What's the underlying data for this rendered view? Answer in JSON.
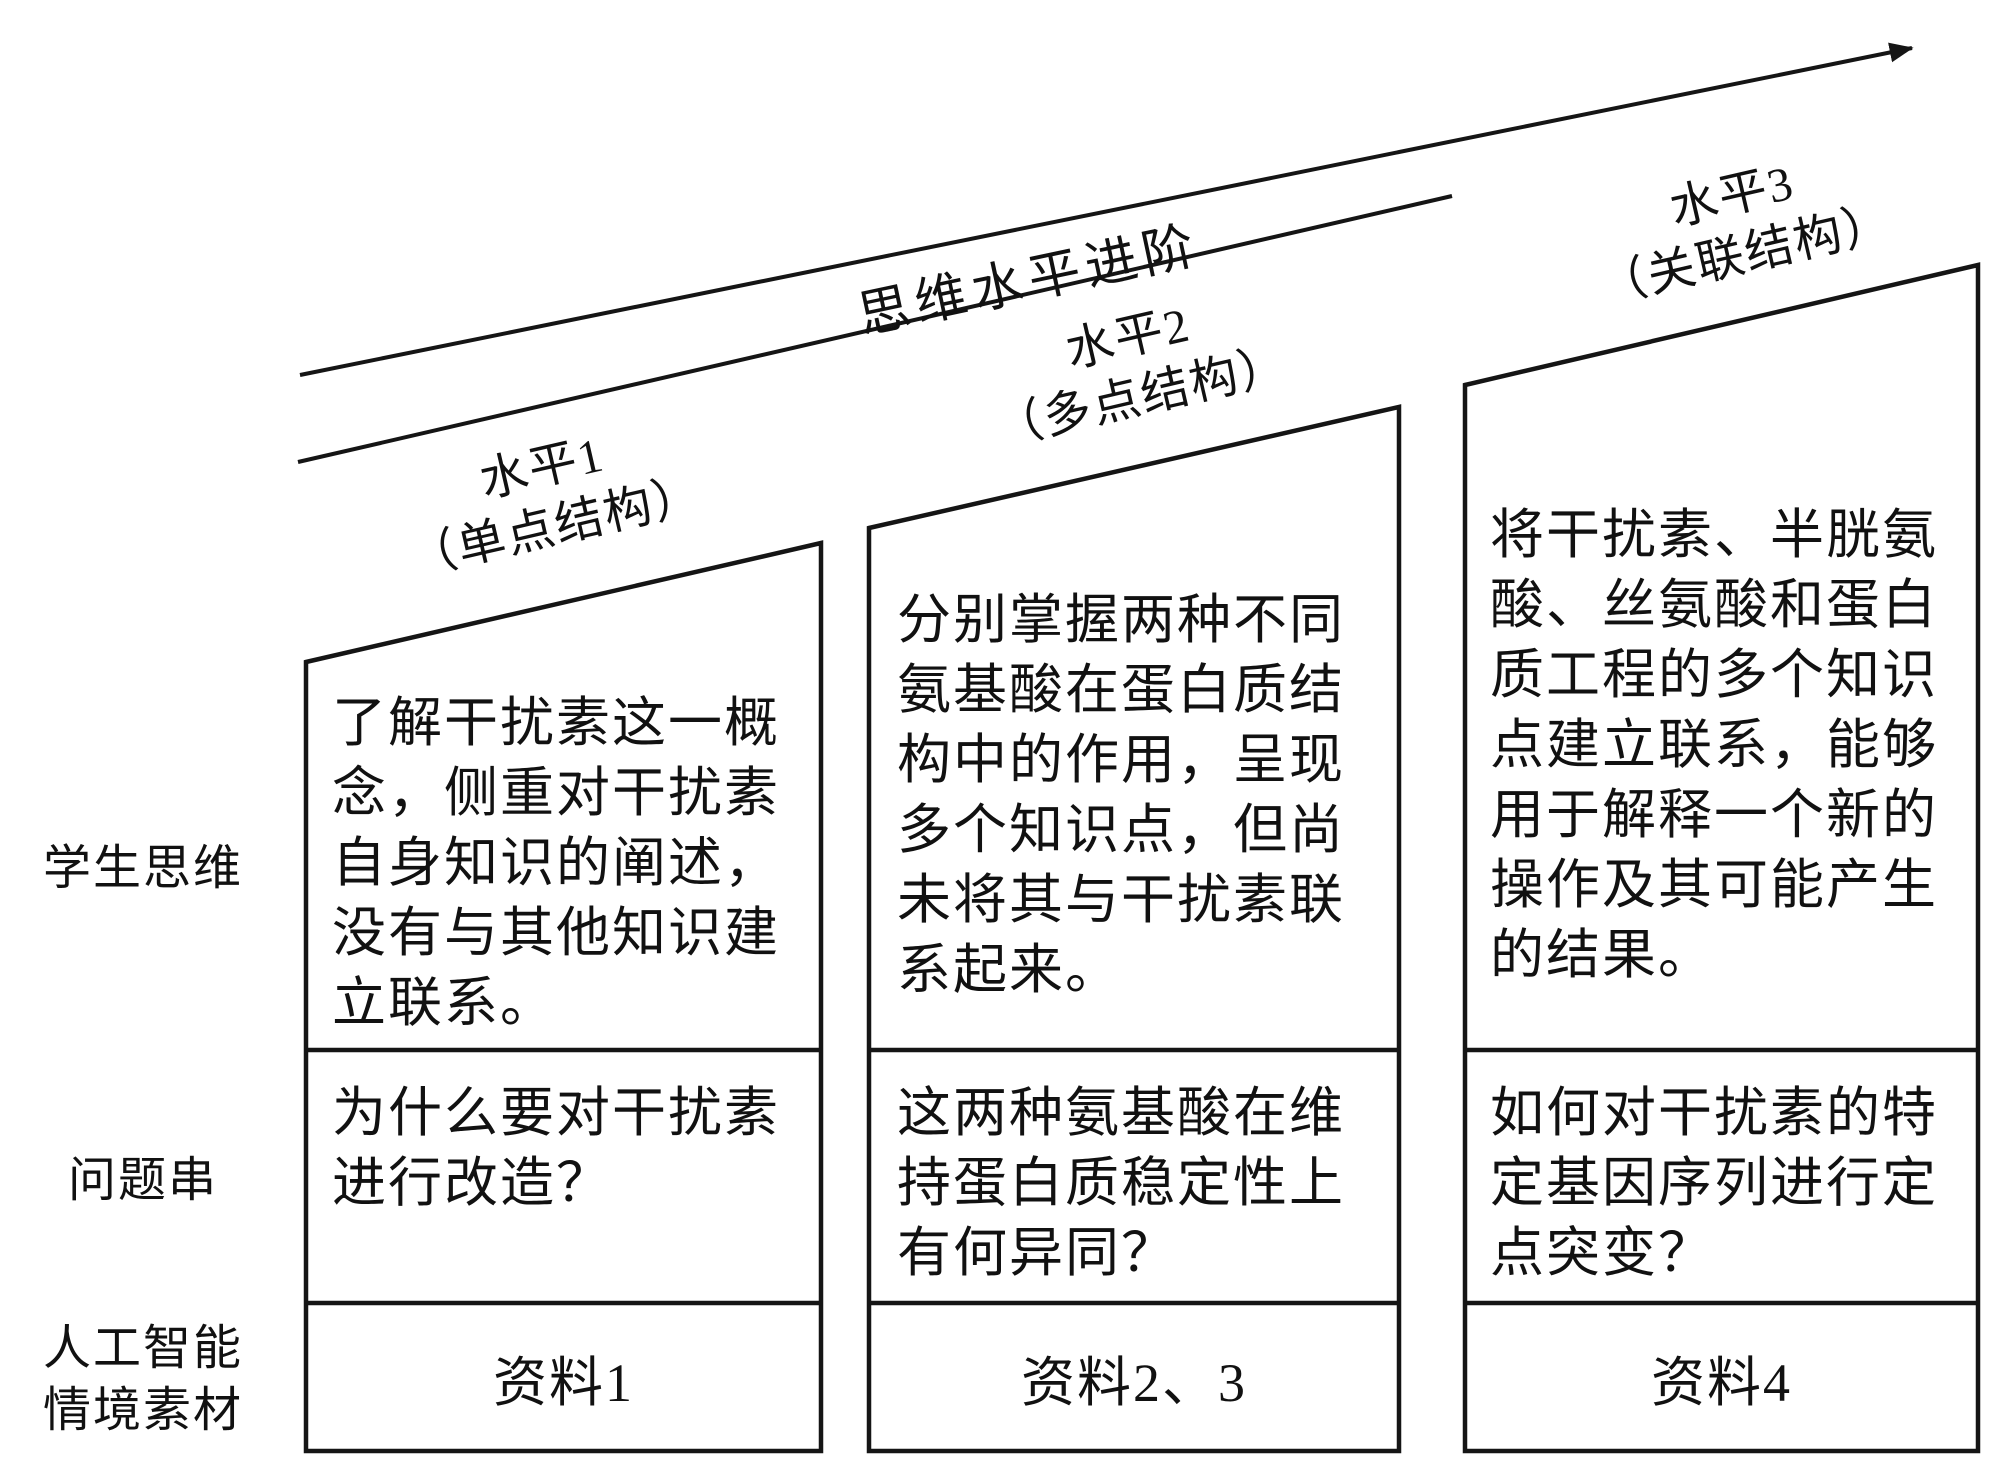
{
  "diagram": {
    "arrow_label": "思维水平进阶",
    "levels": [
      {
        "title": "水平1",
        "subtitle": "（单点结构）"
      },
      {
        "title": "水平2",
        "subtitle": "（多点结构）"
      },
      {
        "title": "水平3",
        "subtitle": "（关联结构）"
      }
    ],
    "row_labels": {
      "thinking": "学生思维",
      "questions": "问题串",
      "materials_line1": "人工智能",
      "materials_line2": "情境素材"
    },
    "columns": [
      {
        "thinking": "了解干扰素这一概念，侧重对干扰素自身知识的阐述，没有与其他知识建立联系。",
        "question": "为什么要对干扰素进行改造？",
        "material": "资料1"
      },
      {
        "thinking": "分别掌握两种不同氨基酸在蛋白质结构中的作用，呈现多个知识点，但尚未将其与干扰素联系起来。",
        "question": "这两种氨基酸在维持蛋白质稳定性上有何异同？",
        "material": "资料2、3"
      },
      {
        "thinking": "将干扰素、半胱氨酸、丝氨酸和蛋白质工程的多个知识点建立联系，能够用于解释一个新的操作及其可能产生的结果。",
        "question": "如何对干扰素的特定基因序列进行定点突变？",
        "material": "资料4"
      }
    ]
  },
  "colors": {
    "ink": "#151515",
    "background": "#ffffff"
  }
}
